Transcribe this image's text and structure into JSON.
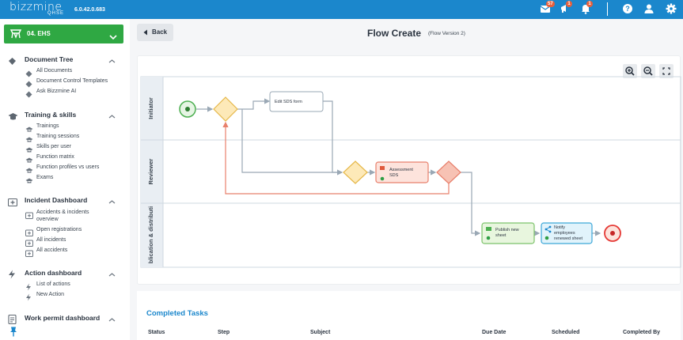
{
  "app": {
    "logo": "bizzmine",
    "logo_sub": "QHSE",
    "version": "6.0.42.0.683"
  },
  "topbar": {
    "mail_count": "57",
    "chat_count": "1",
    "bell_count": "1"
  },
  "sidebar": {
    "module_label": "04. EHS",
    "sections": [
      {
        "title": "Document Tree",
        "items": [
          "All Documents",
          "Document Control Templates",
          "Ask Bizzmine AI"
        ]
      },
      {
        "title": "Training & skills",
        "items": [
          "Trainings",
          "Training sessions",
          "Skills per user",
          "Function matrix",
          "Function profiles vs users",
          "Exams"
        ]
      },
      {
        "title": "Incident Dashboard",
        "items": [
          "Accidents & incidents",
          "overview",
          "Open registrations",
          "All incidents",
          "All accidents"
        ]
      },
      {
        "title": "Action dashboard",
        "items": [
          "List of actions",
          "New Action"
        ]
      },
      {
        "title": "Work permit dashboard",
        "items": []
      }
    ]
  },
  "header": {
    "back_label": "Back",
    "title": "Flow Create",
    "subtitle": "(Flow Version 2)"
  },
  "flow": {
    "lanes": [
      "Initiator",
      "Reviewer",
      "blication & distributi"
    ],
    "tasks": {
      "edit": "Edit SDS form",
      "assess_1": "Assessment",
      "assess_2": "SDS",
      "publish_1": "Publish new",
      "publish_2": "sheet",
      "notify_1": "Notify",
      "notify_2": "employees",
      "notify_3": "renewed sheet"
    },
    "colors": {
      "start": "#4caf50",
      "end": "#e53935",
      "gateway_yellow": "#f9d77e",
      "gateway_red": "#f7b5a6",
      "assessment_fill": "#fde3dc",
      "publish_fill": "#e8f6de",
      "notify_fill": "#e1f3fb"
    }
  },
  "tasks_panel": {
    "title": "Completed Tasks",
    "columns": [
      "Status",
      "Step",
      "Subject",
      "Due Date",
      "Scheduled",
      "Completed By"
    ]
  }
}
